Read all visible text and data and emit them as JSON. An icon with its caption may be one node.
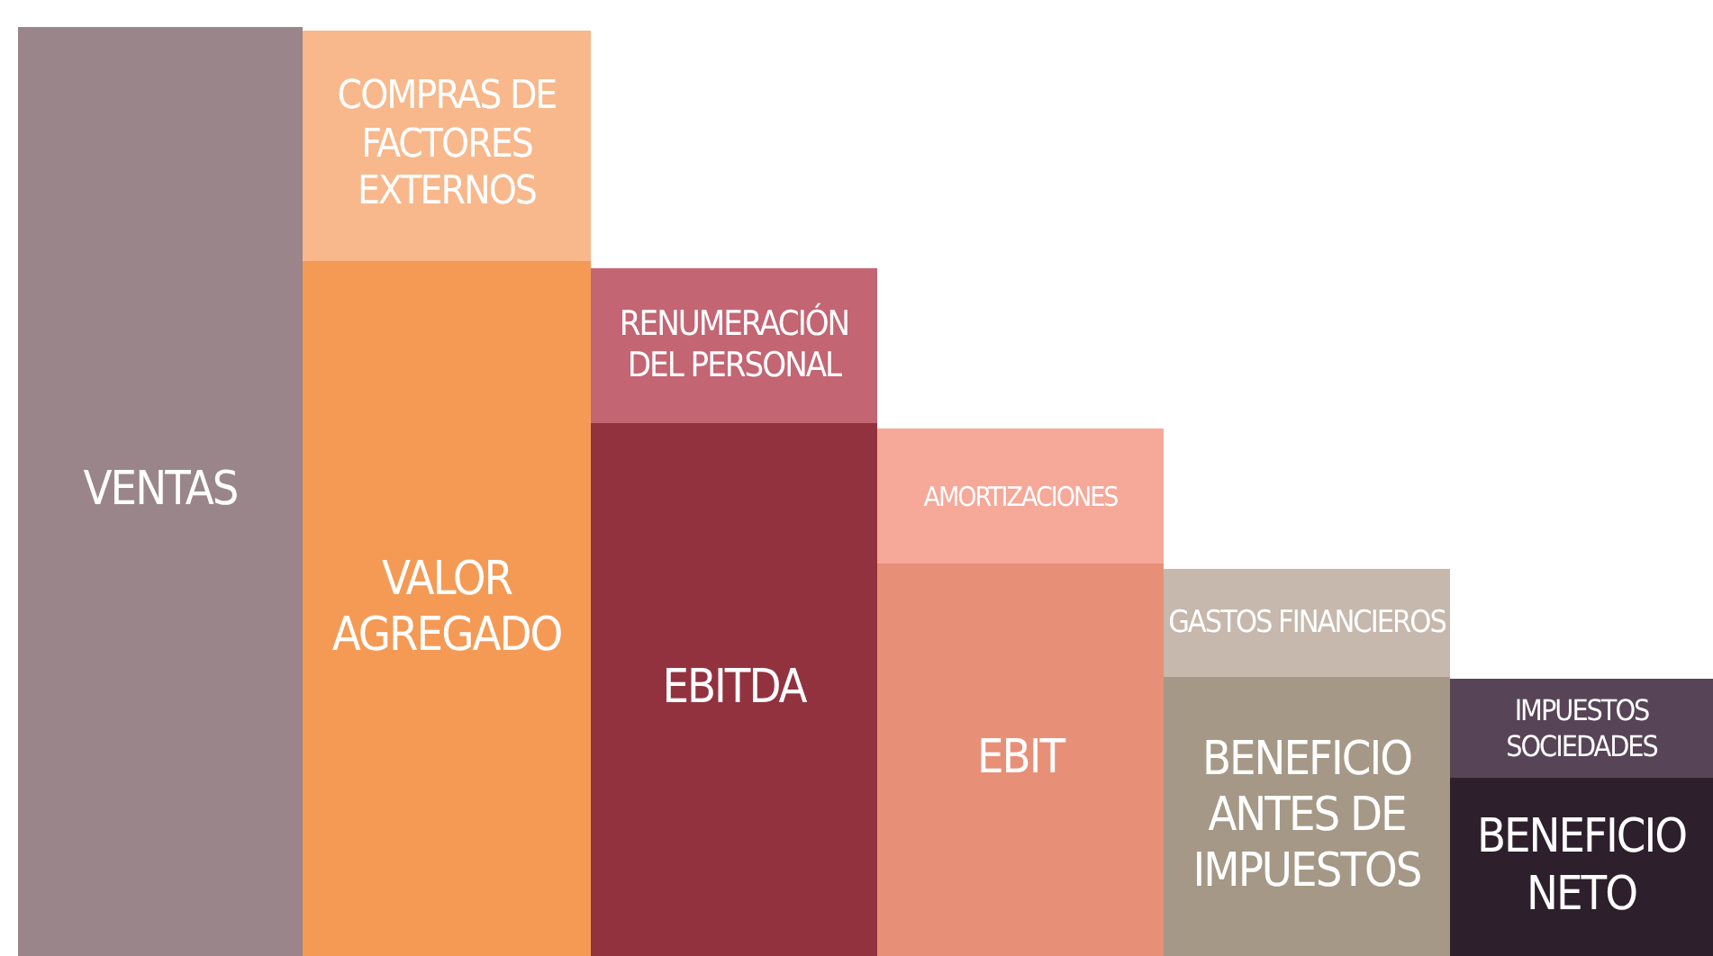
{
  "diagram": {
    "nodes": [
      {
        "text": [
          "VENTAS"
        ]
      },
      {
        "text": [
          "COMPRAS DE FACTORES EXTERNOS"
        ]
      },
      {
        "text": [
          "VALOR AGREGADO"
        ]
      },
      {
        "text": [
          "RENUMERACIÓN DEL PERSONAL"
        ]
      },
      {
        "text": [
          "EBITDA"
        ]
      },
      {
        "text": [
          "AMORTIZACIONES"
        ]
      },
      {
        "text": [
          "EBIT"
        ]
      },
      {
        "text": [
          "GASTOS FINANCIEROS"
        ]
      },
      {
        "text": [
          "BENEFICIO ANTES DE IMPUESTOS"
        ]
      },
      {
        "text": [
          "IMPUESTOS SOCIEDADES"
        ]
      },
      {
        "text": [
          "BENEFICIO NETO"
        ]
      }
    ],
    "edges": []
  }
}
